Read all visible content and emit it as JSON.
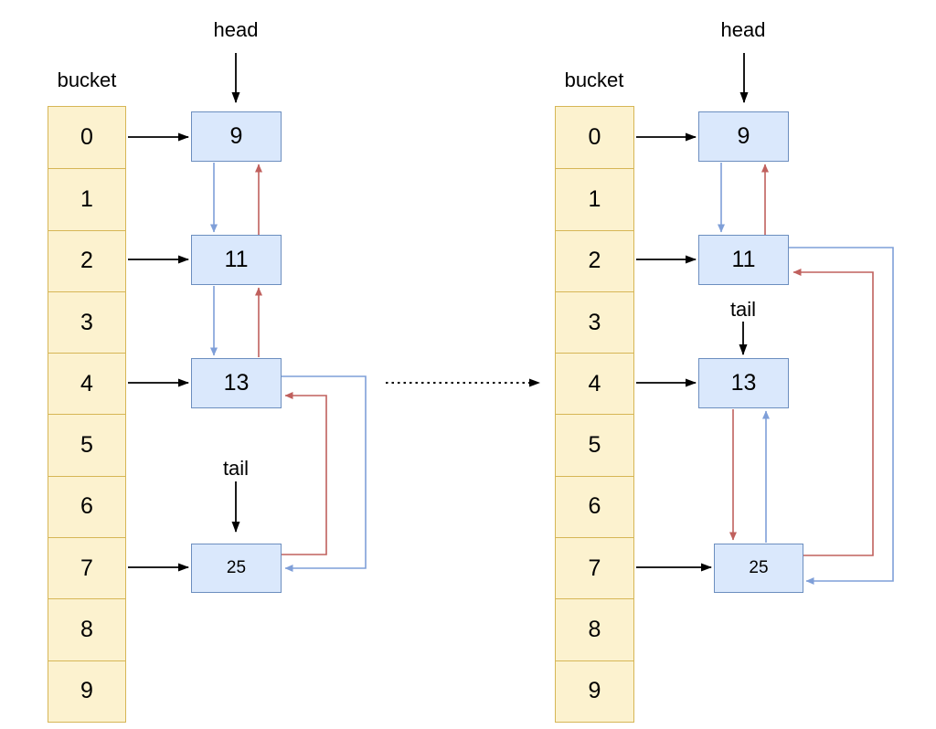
{
  "colors": {
    "background": "#ffffff",
    "bucket_fill": "#fcf2cf",
    "bucket_border": "#d6b656",
    "node_fill": "#dae8fc",
    "node_border": "#6c8ebf",
    "next_pointer_blue": "#7f9fd8",
    "prev_pointer_red": "#c0605d",
    "black_arrow": "#000000",
    "text": "#000000"
  },
  "left_diagram": {
    "head_label": "head",
    "tail_label": "tail",
    "bucket_label": "bucket",
    "bucket_cells": [
      "0",
      "1",
      "2",
      "3",
      "4",
      "5",
      "6",
      "7",
      "8",
      "9"
    ],
    "nodes": {
      "n9": "9",
      "n11": "11",
      "n13": "13",
      "n25": "25"
    }
  },
  "right_diagram": {
    "head_label": "head",
    "tail_label": "tail",
    "bucket_label": "bucket",
    "bucket_cells": [
      "0",
      "1",
      "2",
      "3",
      "4",
      "5",
      "6",
      "7",
      "8",
      "9"
    ],
    "nodes": {
      "n9": "9",
      "n11": "11",
      "n13": "13",
      "n25": "25"
    }
  }
}
